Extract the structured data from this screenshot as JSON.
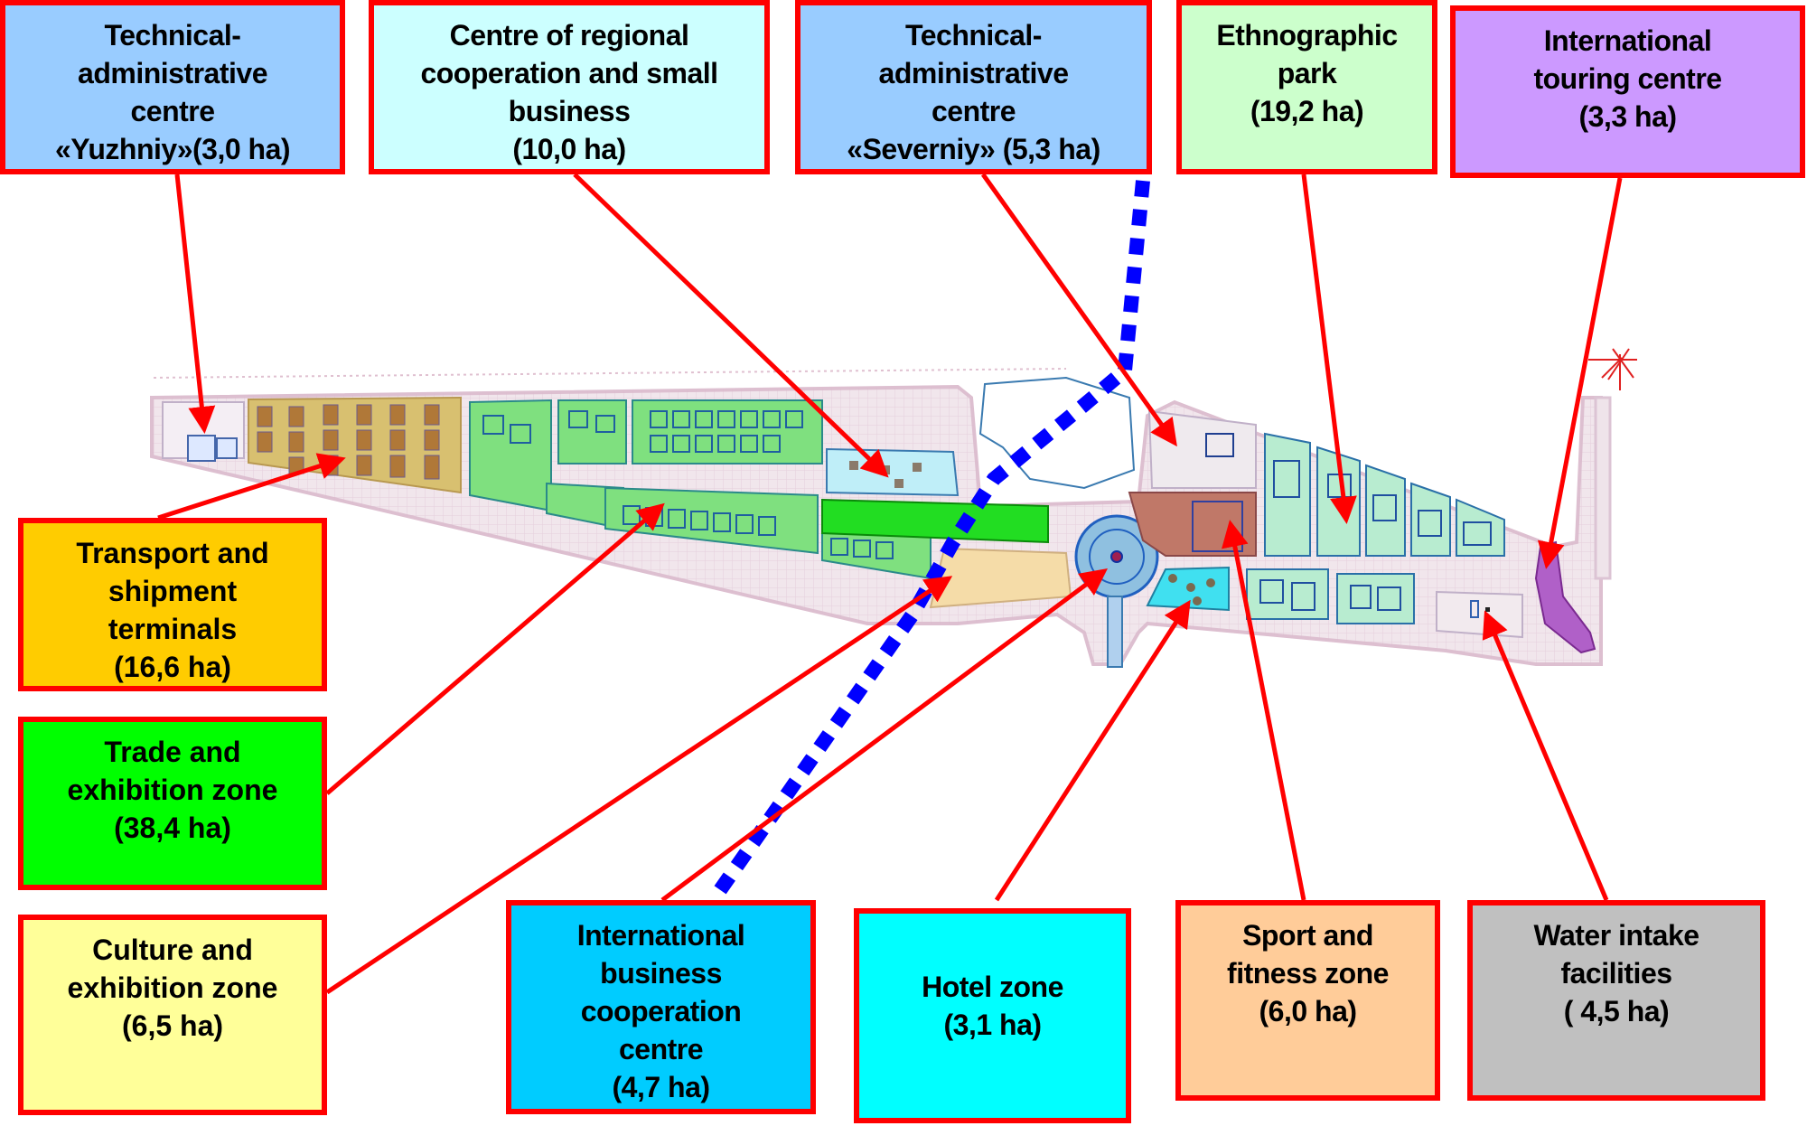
{
  "zones": {
    "yuzhniy": {
      "lines": [
        "Technical-",
        "administrative",
        "centre",
        "«Yuzhniy»(3,0 ha)"
      ],
      "color": "#99ccff",
      "area_ha": 3.0
    },
    "regional": {
      "lines": [
        "Centre of regional",
        "cooperation and small",
        "business",
        "(10,0 ha)"
      ],
      "color": "#ccffff",
      "area_ha": 10.0
    },
    "severniy": {
      "lines": [
        "Technical-",
        "administrative",
        "centre",
        "«Severniy» (5,3 ha)"
      ],
      "color": "#99ccff",
      "area_ha": 5.3
    },
    "ethnographic": {
      "lines": [
        "Ethnographic",
        "park",
        "(19,2 ha)"
      ],
      "color": "#ccffcc",
      "area_ha": 19.2
    },
    "touring": {
      "lines": [
        "International",
        "touring centre",
        "(3,3 ha)"
      ],
      "color": "#cc99ff",
      "area_ha": 3.3
    },
    "transport": {
      "lines": [
        "Transport and",
        "shipment",
        "terminals",
        "(16,6 ha)"
      ],
      "color": "#ffcc00",
      "area_ha": 16.6
    },
    "trade": {
      "lines": [
        "Trade and",
        "exhibition zone",
        "(38,4 ha)"
      ],
      "color": "#00ff00",
      "area_ha": 38.4
    },
    "culture": {
      "lines": [
        "Culture and",
        "exhibition zone",
        "(6,5 ha)"
      ],
      "color": "#ffff99",
      "area_ha": 6.5
    },
    "business": {
      "lines": [
        "International",
        "business",
        "cooperation",
        "centre",
        "(4,7 ha)"
      ],
      "color": "#00ccff",
      "area_ha": 4.7
    },
    "hotel": {
      "lines": [
        "Hotel zone",
        "(3,1 ha)"
      ],
      "color": "#00ffff",
      "area_ha": 3.1
    },
    "sport": {
      "lines": [
        "Sport and",
        "fitness zone",
        "(6,0 ha)"
      ],
      "color": "#ffcc99",
      "area_ha": 6.0
    },
    "water": {
      "lines": [
        "Water intake",
        "facilities",
        "( 4,5 ha)"
      ],
      "color": "#c0c0c0",
      "area_ha": 4.5
    }
  },
  "colors": {
    "border": "#ff0000",
    "arrow": "#ff0000",
    "boundary_line": "#0000ff",
    "map_outline": "#ddbfd0"
  },
  "icons": {
    "compass": "wind-rose-icon"
  }
}
